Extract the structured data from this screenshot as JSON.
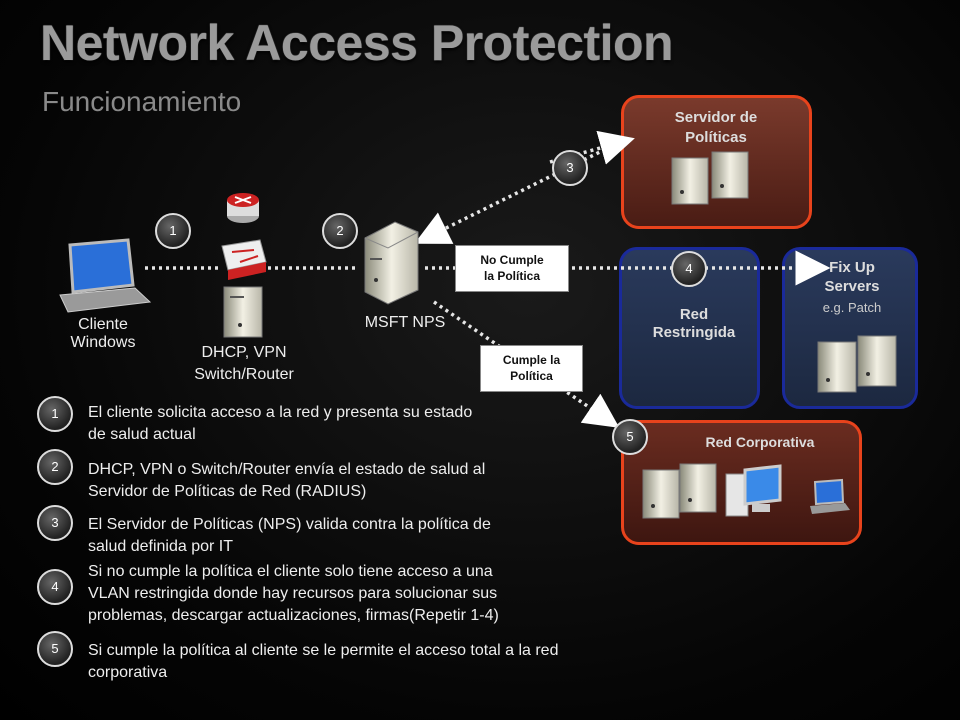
{
  "header": {
    "title": "Network Access Protection",
    "subtitle": "Funcionamiento"
  },
  "nodes": {
    "cliente_line1": "Cliente",
    "cliente_line2": "Windows",
    "dhcp_line1": "DHCP, VPN",
    "dhcp_line2": "Switch/Router",
    "nps": "MSFT NPS"
  },
  "zones": {
    "politicas_line1": "Servidor de",
    "politicas_line2": "Políticas",
    "restringida_line1": "Red",
    "restringida_line2": "Restringida",
    "fixup_line1": "Fix Up",
    "fixup_line2": "Servers",
    "fixup_note": "e.g. Patch",
    "corporativa": "Red Corporativa"
  },
  "tags": {
    "no_cumple_line1": "No Cumple",
    "no_cumple_line2": "la Política",
    "cumple_line1": "Cumple  la",
    "cumple_line2": "Política"
  },
  "diagram_steps": [
    "1",
    "2",
    "3",
    "4",
    "5"
  ],
  "steps": [
    {
      "num": "1",
      "text1": "El cliente solicita acceso a la red y presenta su estado",
      "text2": "de salud actual",
      "text3": ""
    },
    {
      "num": "2",
      "text1": "DHCP, VPN o Switch/Router envía el estado de salud al",
      "text2": "Servidor  de Políticas de Red (RADIUS)",
      "text3": ""
    },
    {
      "num": "3",
      "text1": "El Servidor de Políticas (NPS) valida contra la política de",
      "text2": "salud definida por IT",
      "text3": ""
    },
    {
      "num": "4",
      "text1": "Si no cumple la política el cliente solo tiene acceso a una",
      "text2": "VLAN restringida donde hay recursos para solucionar sus",
      "text3": "problemas, descargar actualizaciones, firmas(Repetir 1-4)"
    },
    {
      "num": "5",
      "text1": "Si cumple la política al cliente se le permite el acceso total a la red",
      "text2": "corporativa",
      "text3": ""
    }
  ],
  "colors": {
    "accent_orange": "#e8431c",
    "accent_blue": "#1a2a9a"
  }
}
